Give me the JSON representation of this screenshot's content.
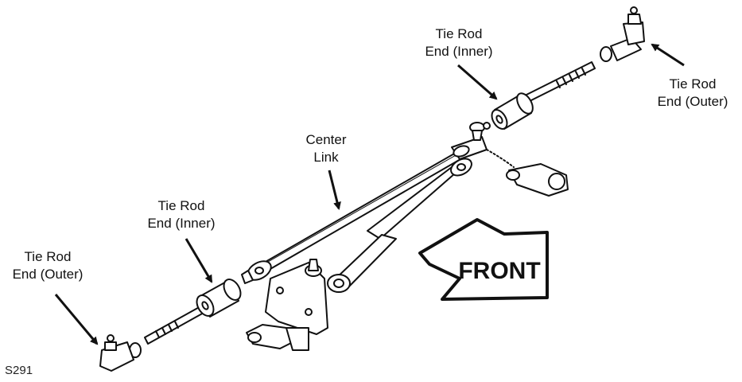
{
  "labels": {
    "tie_rod_inner_top": [
      "Tie Rod",
      "End (Inner)"
    ],
    "tie_rod_outer_right": [
      "Tie Rod",
      "End (Outer)"
    ],
    "center_link": [
      "Center",
      "Link"
    ],
    "tie_rod_inner_left": [
      "Tie Rod",
      "End (Inner)"
    ],
    "tie_rod_outer_left": [
      "Tie Rod",
      "End (Outer)"
    ]
  },
  "front_sign": "FRONT",
  "figure_id": "S291",
  "colors": {
    "ink": "#111111",
    "background": "#ffffff"
  }
}
